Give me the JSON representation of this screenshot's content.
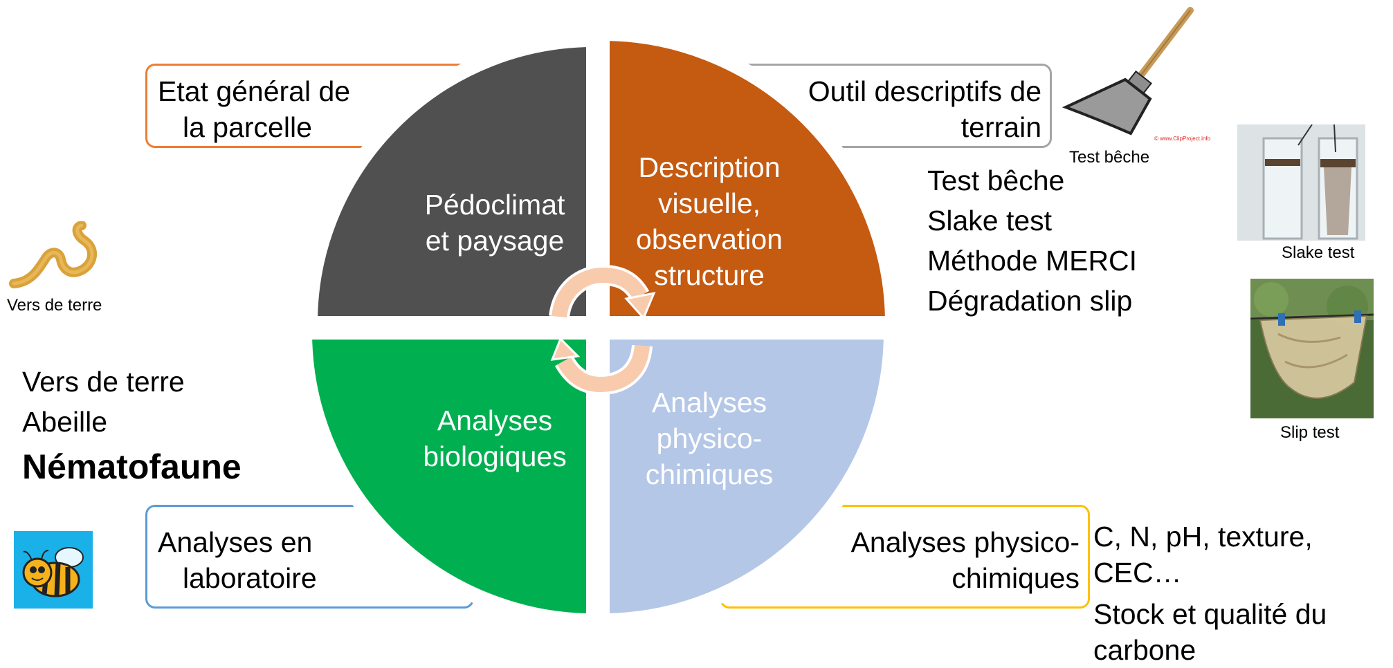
{
  "boxes": {
    "top_left": {
      "line1": "Etat général de",
      "line2": "la parcelle"
    },
    "top_right": {
      "line1": "Outil descriptifs de",
      "line2": "terrain"
    },
    "bottom_left": {
      "line1": "Analyses en",
      "line2": "laboratoire"
    },
    "bottom_right": {
      "line1": "Analyses physico-",
      "line2": "chimiques"
    }
  },
  "quadrants": {
    "top_left": {
      "line1": "Pédoclimat",
      "line2": "et paysage"
    },
    "top_right": {
      "line1": "Description",
      "line2": "visuelle,",
      "line3": "observation",
      "line4": "structure"
    },
    "bottom_left": {
      "line1": "Analyses",
      "line2": "biologiques"
    },
    "bottom_right": {
      "line1": "Analyses",
      "line2": "physico-",
      "line3": "chimiques"
    }
  },
  "tests_list": [
    "Test bêche",
    "Slake test",
    "Méthode MERCI",
    "Dégradation slip"
  ],
  "bio_list": {
    "item1": "Vers de terre",
    "item2": "Abeille",
    "item3": "Nématofaune"
  },
  "chem_list": {
    "line1": "C, N, pH, texture,",
    "line2": "CEC…",
    "line3": "Stock et qualité du",
    "line4": "carbone"
  },
  "captions": {
    "worm": "Vers de terre",
    "spade": "Test bêche",
    "slake": "Slake test",
    "slip": "Slip test",
    "clip_credit": "© www.ClipProject.info"
  },
  "colors": {
    "quad_top_left": "#505050",
    "quad_top_right": "#C55A11",
    "quad_bottom_left": "#00B050",
    "quad_bottom_right": "#B4C7E7",
    "box_top_left": "#ED7D31",
    "box_top_right": "#A5A5A5",
    "box_bottom_left": "#5B9BD5",
    "box_bottom_right": "#FFC000",
    "arrow": "#F8CBAD"
  }
}
